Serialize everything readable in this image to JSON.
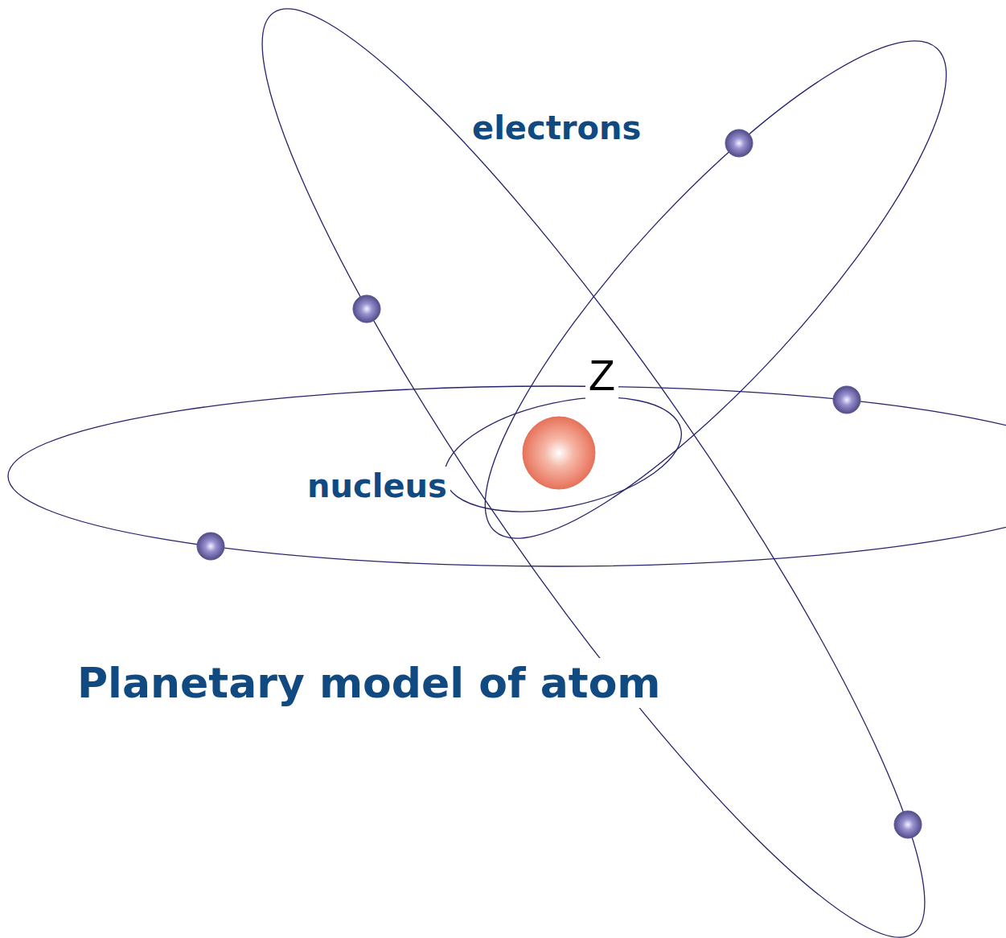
{
  "diagram": {
    "title": "Planetary model of atom",
    "labels": [
      "electrons",
      "Z",
      "nucleus"
    ]
  }
}
